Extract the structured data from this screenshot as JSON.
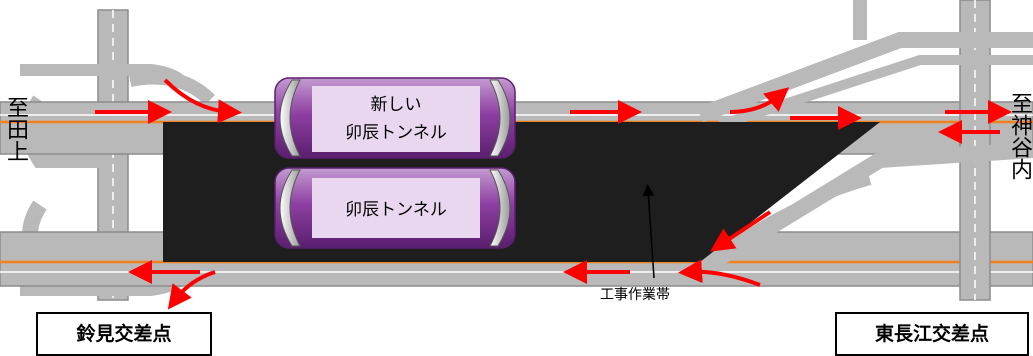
{
  "labels": {
    "left_direction": "至田上",
    "right_direction": "至神谷内",
    "left_intersection": "鈴見交差点",
    "right_intersection": "東長江交差点",
    "new_tunnel_line1": "新しい",
    "new_tunnel_line2": "卯辰トンネル",
    "old_tunnel": "卯辰トンネル",
    "work_zone": "工事作業帯"
  },
  "colors": {
    "road": "#b9b9b9",
    "road_edge": "#8c8c8c",
    "lane_marking": "#ffffff",
    "center_line": "#f0821e",
    "work_zone": "#1e1e1e",
    "tunnel": "#8e3fa2",
    "tunnel_label_bg": "#e9d7f0",
    "arrow": "#ff0000"
  }
}
